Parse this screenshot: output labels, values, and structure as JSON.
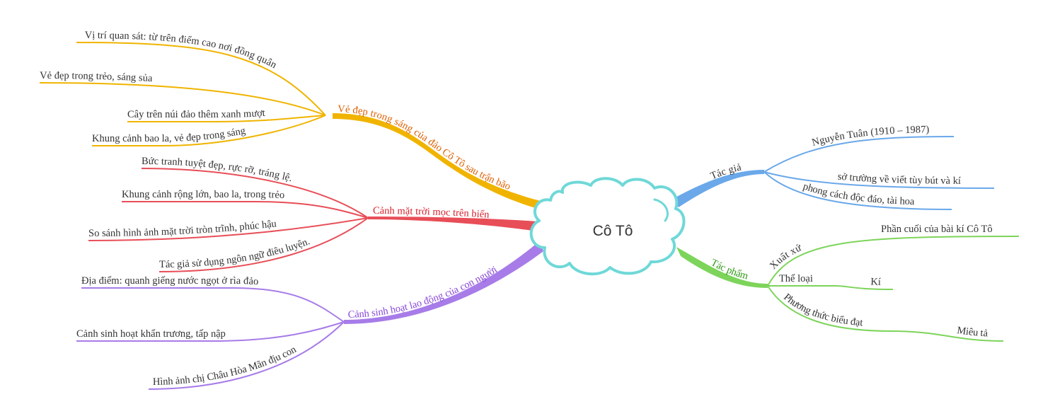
{
  "colors": {
    "orange": "#f0b400",
    "orange_text": "#e06000",
    "red": "#e84e58",
    "red_text": "#d8202c",
    "purple": "#a77ce8",
    "purple_text": "#8848d8",
    "blue": "#6aa8ea",
    "blue_text": "#333333",
    "green": "#7dd45a",
    "green_text": "#2f9a18",
    "cloud_stroke": "#6fd8d8",
    "text": "#333333"
  },
  "center": {
    "label": "Cô Tô"
  },
  "branches": [
    {
      "label": "Vẻ đẹp trong sáng của đảo Cô Tô sau trận bão",
      "children": [
        "Vị trí quan sát: từ trên điểm cao nơi đồng quân",
        "Vẻ đẹp trong trẻo, sáng sủa",
        "Cây trên núi đảo thêm xanh mượt",
        "Khung cảnh bao la, vẻ đẹp trong sáng"
      ]
    },
    {
      "label": "Cảnh mặt trời mọc trên biển",
      "children": [
        "Bức tranh tuyệt đẹp, rực rỡ, tráng lệ.",
        "Khung cảnh rộng lớn, bao la, trong trẻo",
        "So sánh hình ảnh mặt trời tròn trĩnh, phúc hậu",
        "Tác giả sử dụng ngôn ngữ điêu luyện."
      ]
    },
    {
      "label": "Cảnh sinh hoạt lao động của con người",
      "children": [
        "Địa điểm: quanh giếng nước ngọt ở rìa đảo",
        "Cảnh sinh hoạt khẩn trương, tấp nập",
        "Hình ảnh chị Châu Hòa Mãn địu con"
      ]
    },
    {
      "label": "Tác giả",
      "children": [
        "Nguyễn Tuân (1910 – 1987)",
        "sở trường về viết tùy bút và kí",
        "phong cách độc đáo, tài hoa"
      ]
    },
    {
      "label": "Tác phẩm",
      "children": [
        {
          "label": "Xuất xứ",
          "value": "Phần cuối của bài kí Cô Tô"
        },
        {
          "label": "Thể loại",
          "value": "Kí"
        },
        {
          "label": "Phương thức biểu đạt",
          "value": "Miêu tả"
        }
      ]
    }
  ]
}
